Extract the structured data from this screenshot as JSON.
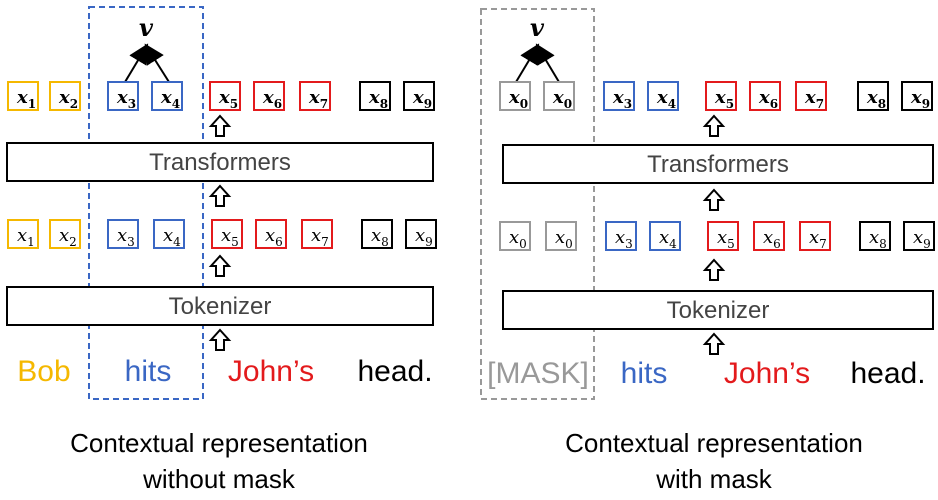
{
  "colors": {
    "orange": "#f5b800",
    "blue": "#3a67c4",
    "red": "#e31a1c",
    "black": "#000000",
    "gray": "#999999",
    "dash_blue": "#3a67c4",
    "dash_gray": "#999999"
  },
  "left": {
    "vector_label": "v",
    "transformer_label": "Transformers",
    "tokenizer_label": "Tokenizer",
    "caption_line1": "Contextual representation",
    "caption_line2": "without mask",
    "words": [
      {
        "text": "Bob",
        "color": "orange"
      },
      {
        "text": "hits",
        "color": "blue"
      },
      {
        "text": "John’s",
        "color": "red"
      },
      {
        "text": "head.",
        "color": "black"
      }
    ],
    "output_tokens": [
      {
        "base": "x",
        "sub": "1",
        "color": "orange"
      },
      {
        "base": "x",
        "sub": "2",
        "color": "orange"
      },
      {
        "base": "x",
        "sub": "3",
        "color": "blue"
      },
      {
        "base": "x",
        "sub": "4",
        "color": "blue"
      },
      {
        "base": "x",
        "sub": "5",
        "color": "red"
      },
      {
        "base": "x",
        "sub": "6",
        "color": "red"
      },
      {
        "base": "x",
        "sub": "7",
        "color": "red"
      },
      {
        "base": "x",
        "sub": "8",
        "color": "black"
      },
      {
        "base": "x",
        "sub": "9",
        "color": "black"
      }
    ],
    "input_tokens": [
      {
        "base": "x",
        "sub": "1",
        "color": "orange"
      },
      {
        "base": "x",
        "sub": "2",
        "color": "orange"
      },
      {
        "base": "x",
        "sub": "3",
        "color": "blue"
      },
      {
        "base": "x",
        "sub": "4",
        "color": "blue"
      },
      {
        "base": "x",
        "sub": "5",
        "color": "red"
      },
      {
        "base": "x",
        "sub": "6",
        "color": "red"
      },
      {
        "base": "x",
        "sub": "7",
        "color": "red"
      },
      {
        "base": "x",
        "sub": "8",
        "color": "black"
      },
      {
        "base": "x",
        "sub": "9",
        "color": "black"
      }
    ]
  },
  "right": {
    "vector_label": "v",
    "transformer_label": "Transformers",
    "tokenizer_label": "Tokenizer",
    "caption_line1": "Contextual representation",
    "caption_line2": "with mask",
    "words": [
      {
        "text": "[MASK]",
        "color": "gray"
      },
      {
        "text": "hits",
        "color": "blue"
      },
      {
        "text": "John’s",
        "color": "red"
      },
      {
        "text": "head.",
        "color": "black"
      }
    ],
    "output_tokens": [
      {
        "base": "x",
        "sub": "0",
        "color": "gray"
      },
      {
        "base": "x",
        "sub": "0",
        "color": "gray"
      },
      {
        "base": "x",
        "sub": "3",
        "color": "blue"
      },
      {
        "base": "x",
        "sub": "4",
        "color": "blue"
      },
      {
        "base": "x",
        "sub": "5",
        "color": "red"
      },
      {
        "base": "x",
        "sub": "6",
        "color": "red"
      },
      {
        "base": "x",
        "sub": "7",
        "color": "red"
      },
      {
        "base": "x",
        "sub": "8",
        "color": "black"
      },
      {
        "base": "x",
        "sub": "9",
        "color": "black"
      }
    ],
    "input_tokens": [
      {
        "base": "x",
        "sub": "0",
        "color": "gray"
      },
      {
        "base": "x",
        "sub": "0",
        "color": "gray"
      },
      {
        "base": "x",
        "sub": "3",
        "color": "blue"
      },
      {
        "base": "x",
        "sub": "4",
        "color": "blue"
      },
      {
        "base": "x",
        "sub": "5",
        "color": "red"
      },
      {
        "base": "x",
        "sub": "6",
        "color": "red"
      },
      {
        "base": "x",
        "sub": "7",
        "color": "red"
      },
      {
        "base": "x",
        "sub": "8",
        "color": "black"
      },
      {
        "base": "x",
        "sub": "9",
        "color": "black"
      }
    ]
  }
}
